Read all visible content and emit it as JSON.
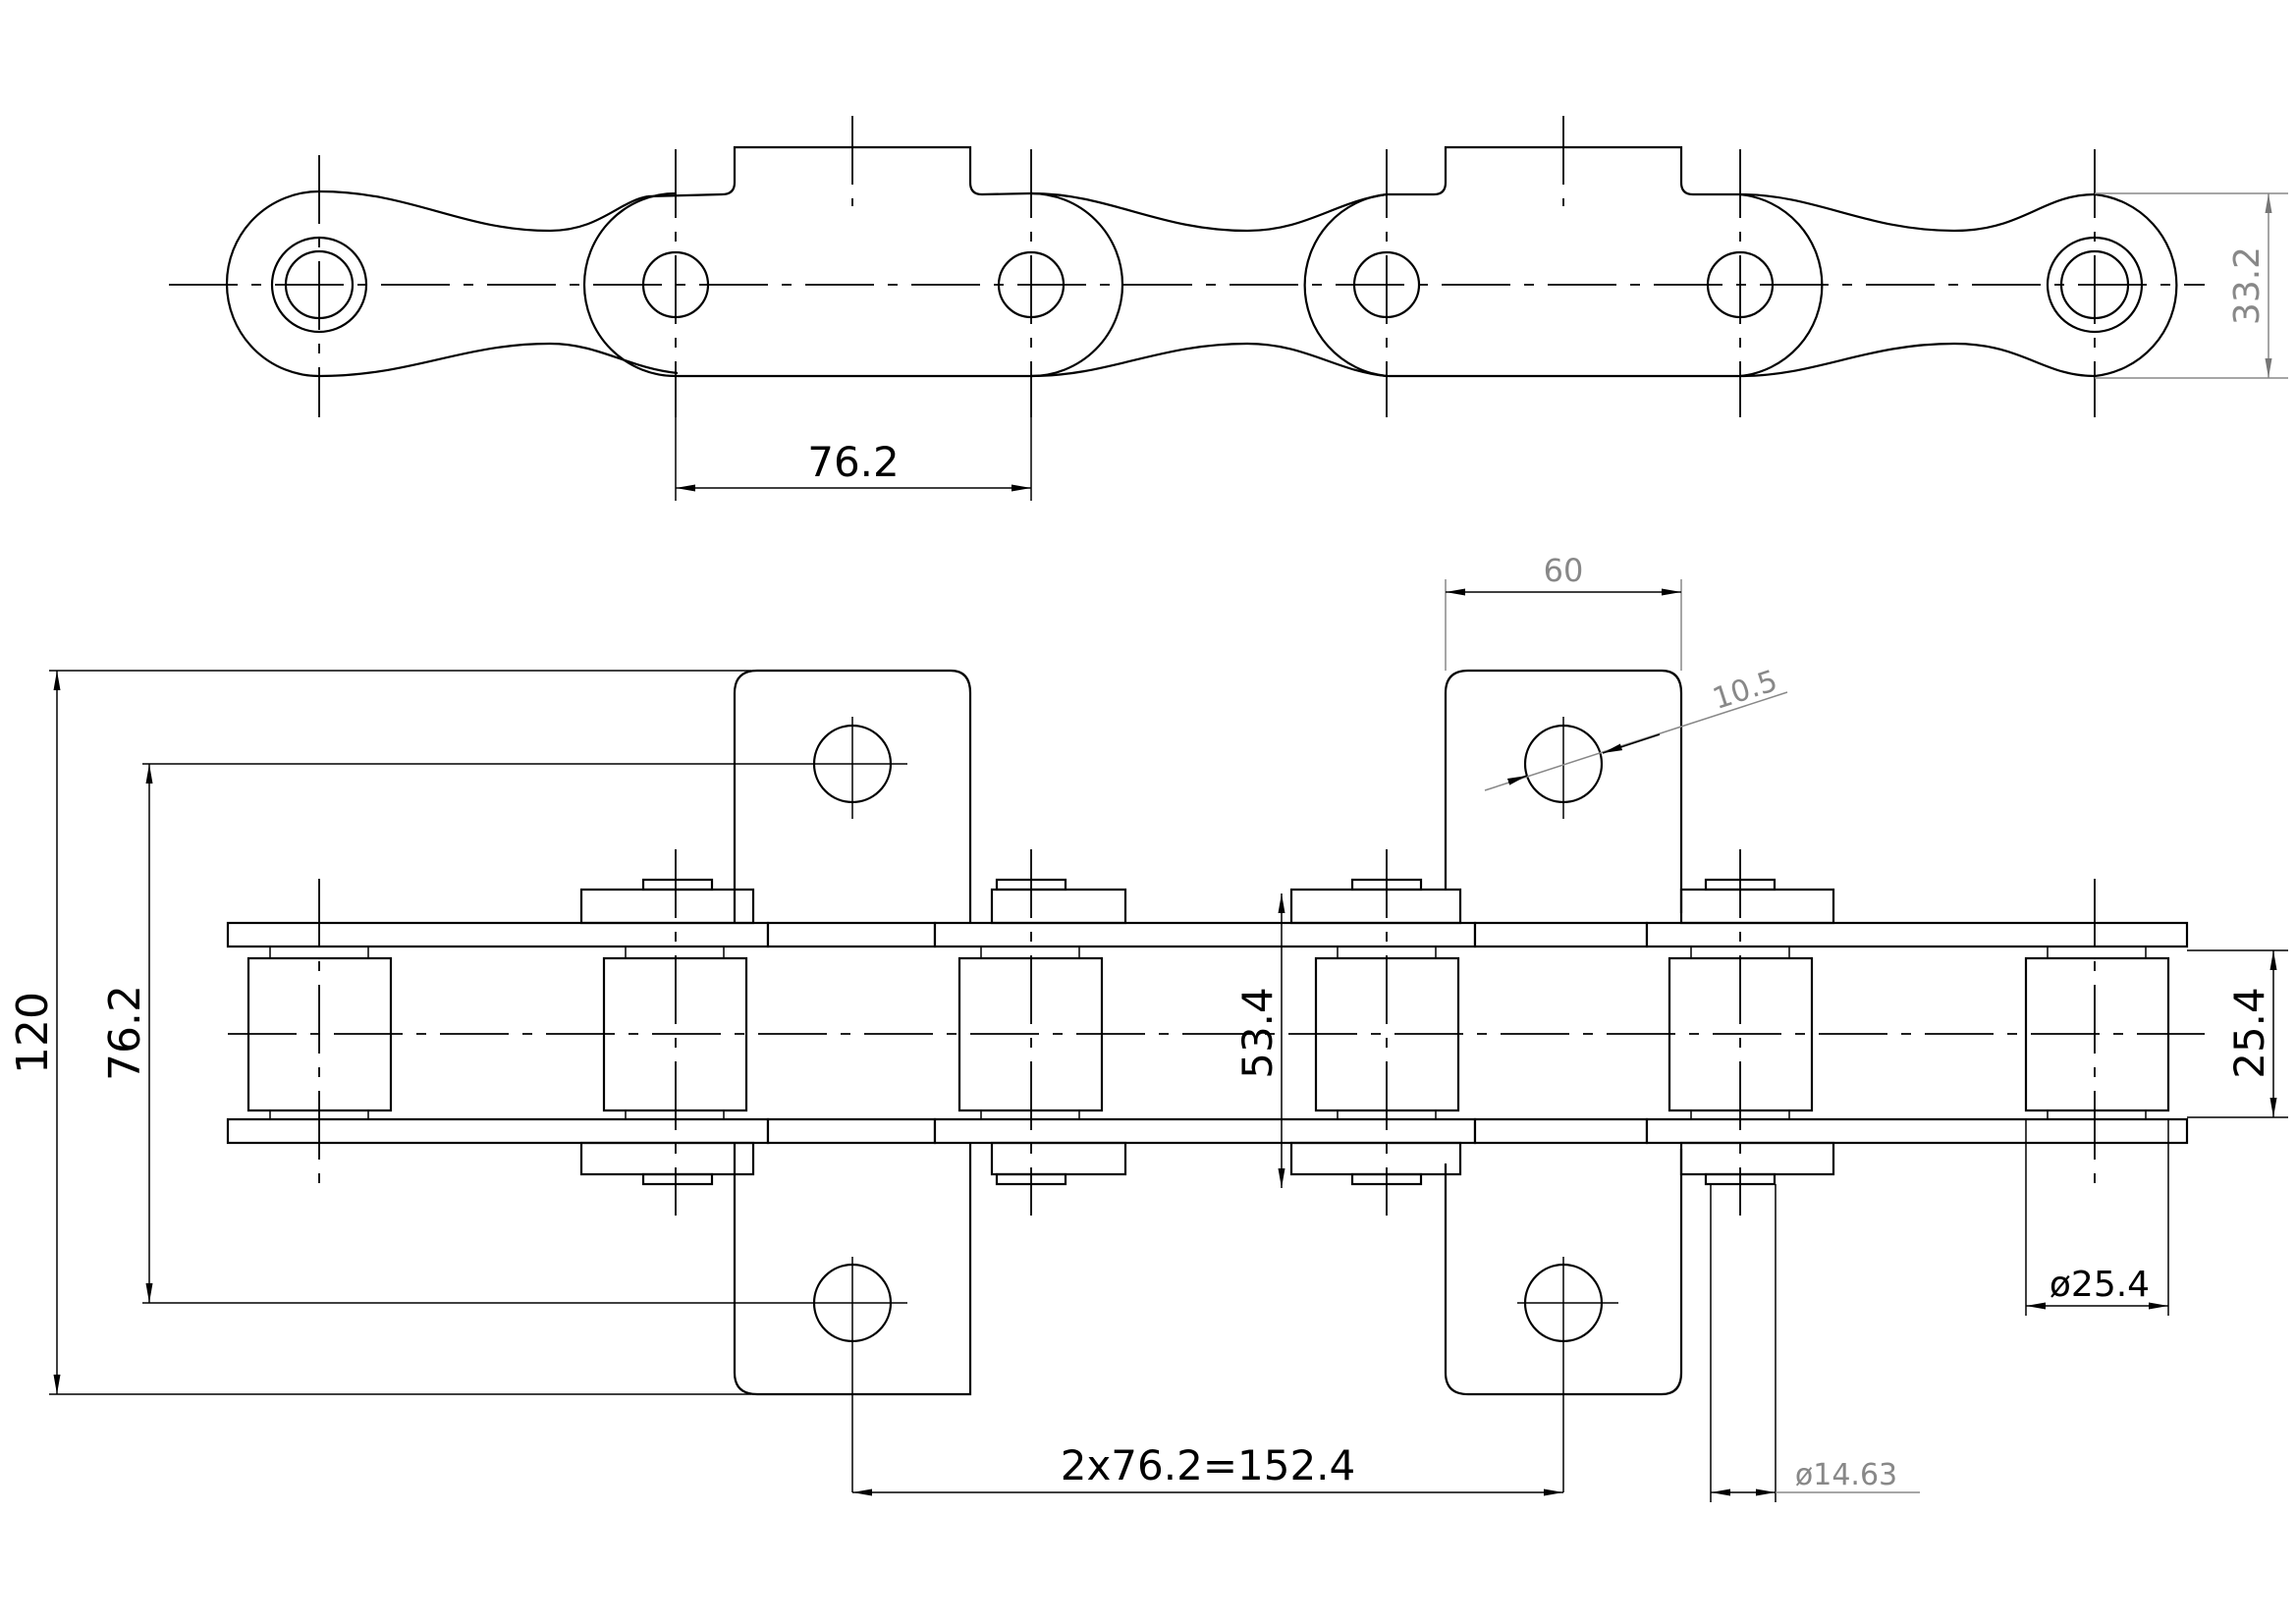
{
  "dimensions": {
    "top_pitch": "76.2",
    "top_link_width": "33.2",
    "attachment_width": "60",
    "hole_diameter": "10.5",
    "overall_width": "120",
    "hole_spacing": "76.2",
    "chain_width": "53.4",
    "roller_width": "25.4",
    "roller_diameter": "ø25.4",
    "attachment_pitch": "2x76.2=152.4",
    "pin_diameter": "ø14.63"
  },
  "colors": {
    "line": "#000000",
    "secondary_dimension": "#888888",
    "background": "#ffffff"
  }
}
